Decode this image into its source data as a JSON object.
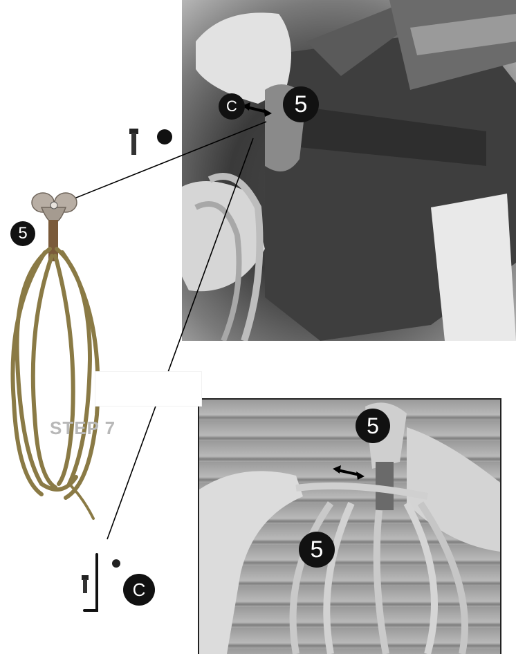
{
  "step_label": "STEP 7",
  "badges": {
    "top_photo_number": "5",
    "top_photo_letter": "C",
    "left_number": "5",
    "bottom_photo_top_number": "5",
    "bottom_photo_rope_number": "5",
    "hardware_letter": "C"
  },
  "icons": {
    "double_arrow_top": "double-arrow-icon",
    "double_arrow_bottom": "double-arrow-icon",
    "bolt": "bolt-icon",
    "washer": "washer-icon",
    "allen_key": "allen-key-icon"
  },
  "colors": {
    "badge": "#111111",
    "rope": "#8a7a45",
    "hanger": "#9a8f80",
    "strap": "#7a5a3a"
  }
}
